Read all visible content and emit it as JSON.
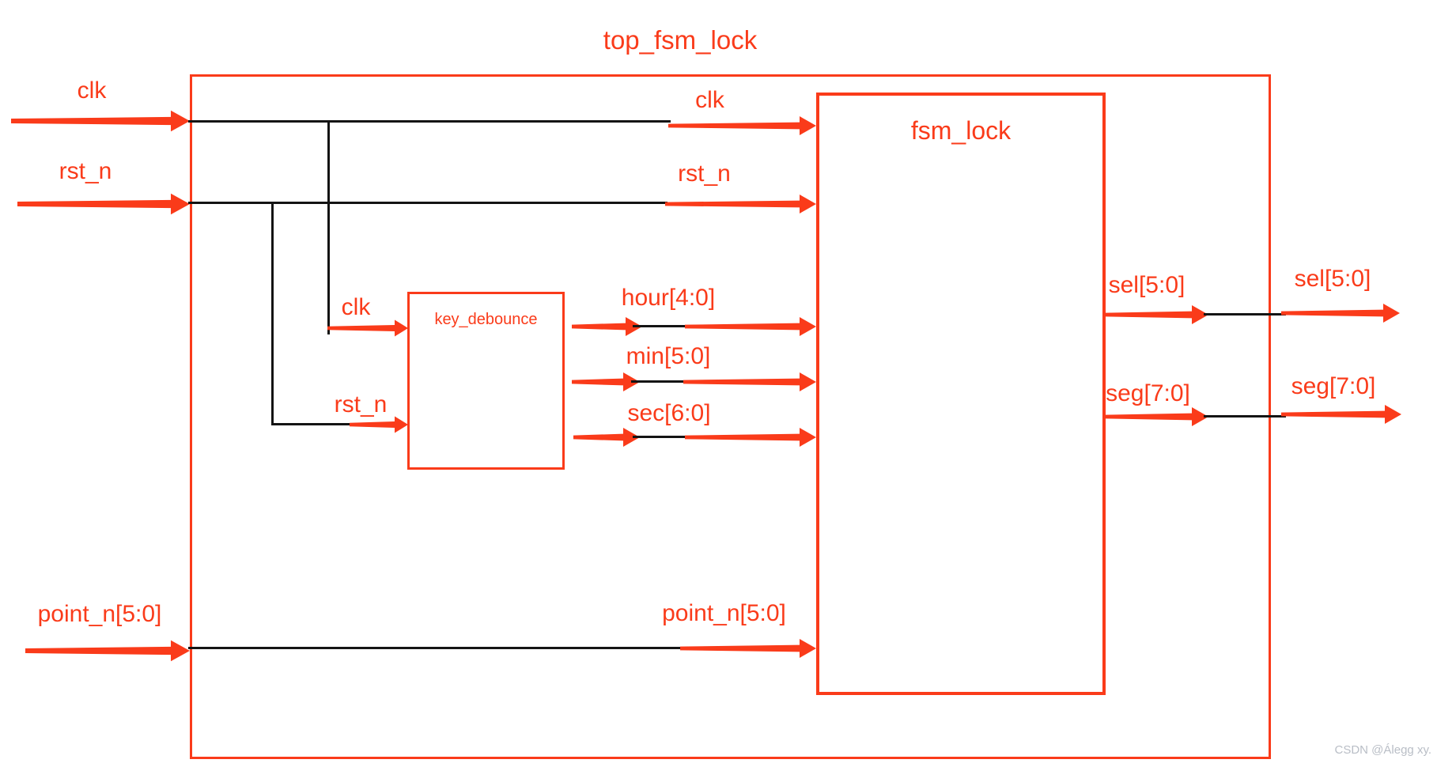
{
  "title": "top_fsm_lock",
  "blocks": {
    "fsm_lock": "fsm_lock",
    "key_debounce": "key_debounce"
  },
  "ports": {
    "ext_clk": "clk",
    "ext_rst_n": "rst_n",
    "ext_point_n": "point_n[5:0]",
    "fsm_clk": "clk",
    "fsm_rst_n": "rst_n",
    "fsm_point_n": "point_n[5:0]",
    "kd_clk": "clk",
    "kd_rst_n": "rst_n",
    "hour": "hour[4:0]",
    "min": "min[5:0]",
    "sec": "sec[6:0]",
    "sel_inner": "sel[5:0]",
    "sel_outer": "sel[5:0]",
    "seg_inner": "seg[7:0]",
    "seg_outer": "seg[7:0]"
  },
  "colors": {
    "accent_red": "#fa3b1a",
    "wire_black": "#141414",
    "watermark_gray": "#b9bec6"
  },
  "watermark": "CSDN @Álegg xy."
}
